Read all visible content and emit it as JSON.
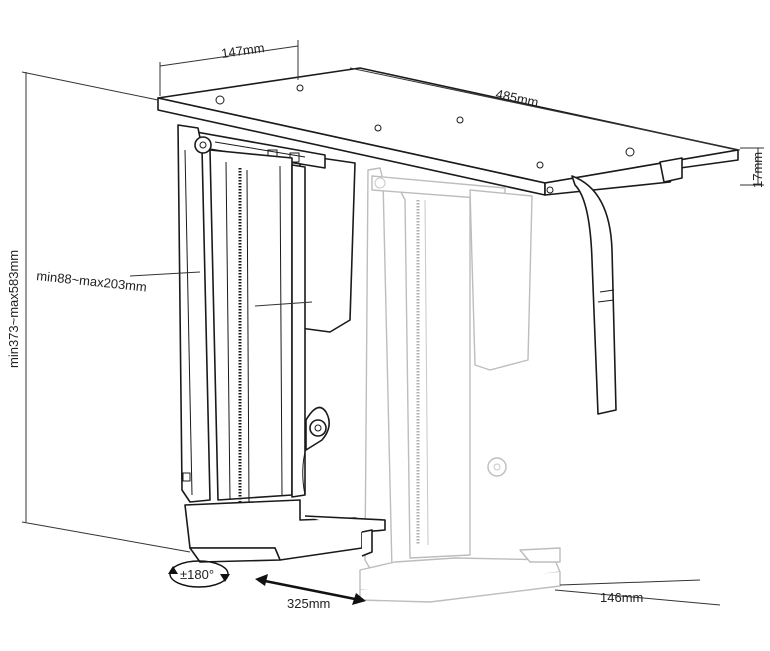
{
  "diagram": {
    "labels": {
      "depth_top": "147mm",
      "length_top": "485mm",
      "thickness": "17mm",
      "height_range": "min373~max583mm",
      "width_range": "min88~max203mm",
      "rotation": "±180°",
      "travel": "325mm",
      "base_depth": "146mm"
    }
  }
}
